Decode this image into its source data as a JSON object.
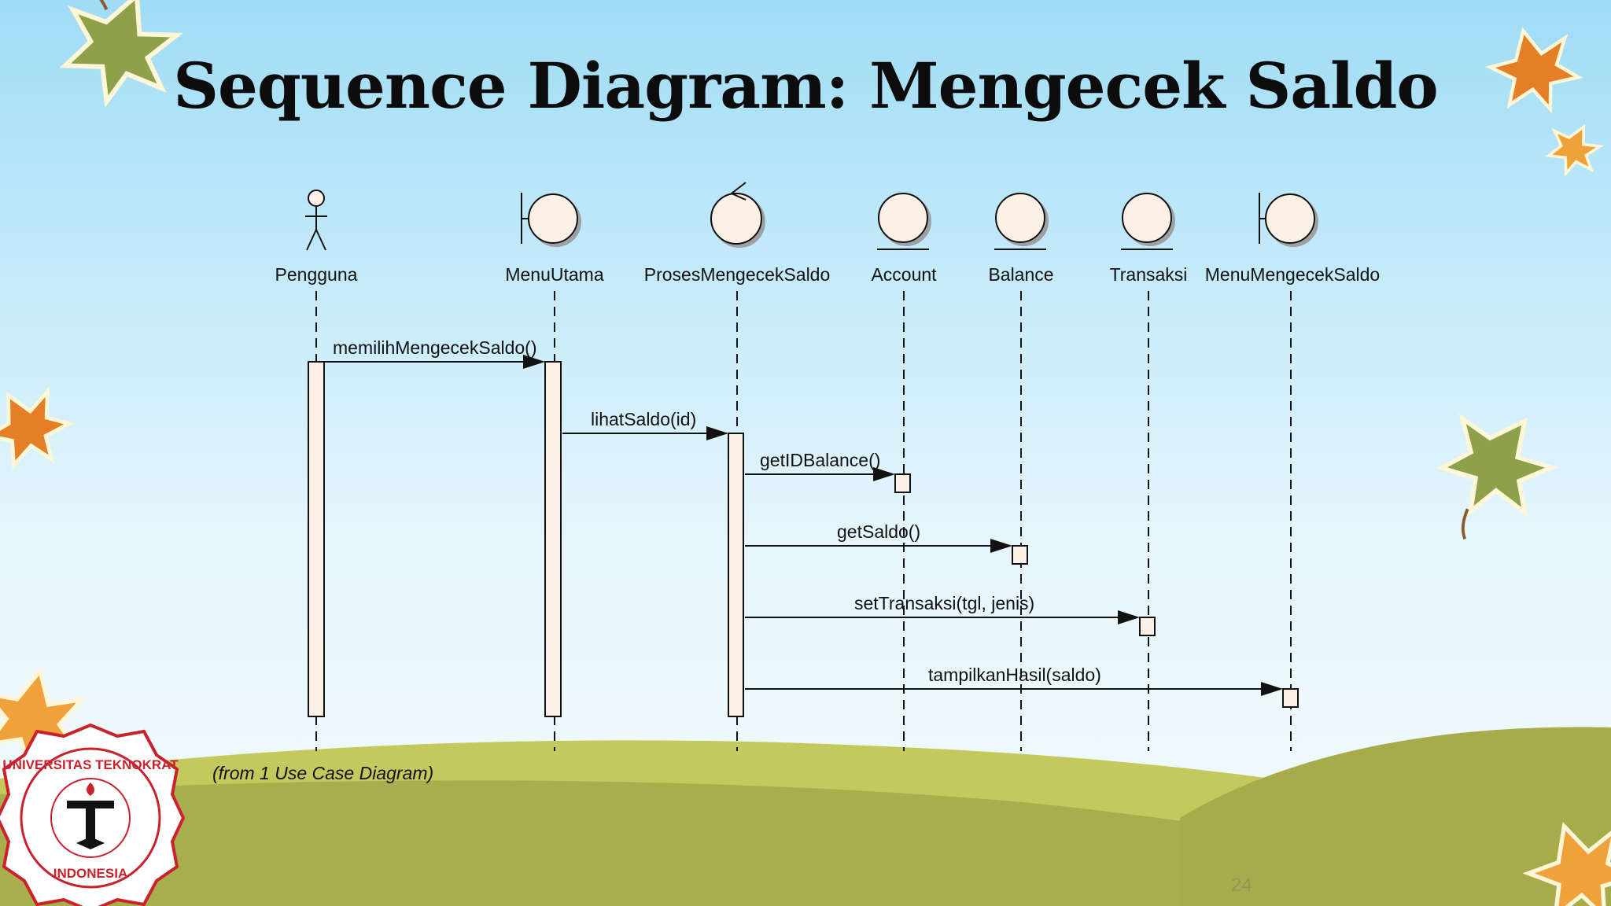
{
  "slide": {
    "title": "Sequence Diagram: Mengecek Saldo",
    "footnote": "(from 1 Use Case Diagram)",
    "page_number": "24",
    "logo_text": "UNIVERSITAS TEKNOKRAT INDONESIA"
  },
  "diagram": {
    "lifelines": [
      {
        "name": "Pengguna",
        "kind": "actor"
      },
      {
        "name": "MenuUtama",
        "kind": "boundary"
      },
      {
        "name": "ProsesMengecekSaldo",
        "kind": "control"
      },
      {
        "name": "Account",
        "kind": "entity"
      },
      {
        "name": "Balance",
        "kind": "entity"
      },
      {
        "name": "Transaksi",
        "kind": "entity"
      },
      {
        "name": "MenuMengecekSaldo",
        "kind": "boundary"
      }
    ],
    "messages": [
      {
        "label": "memilihMengecekSaldo()",
        "from": "Pengguna",
        "to": "MenuUtama"
      },
      {
        "label": "lihatSaldo(id)",
        "from": "MenuUtama",
        "to": "ProsesMengecekSaldo"
      },
      {
        "label": "getIDBalance()",
        "from": "ProsesMengecekSaldo",
        "to": "Account"
      },
      {
        "label": "getSaldo()",
        "from": "ProsesMengecekSaldo",
        "to": "Balance"
      },
      {
        "label": "setTransaksi(tgl, jenis)",
        "from": "ProsesMengecekSaldo",
        "to": "Transaksi"
      },
      {
        "label": "tampilkanHasil(saldo)",
        "from": "ProsesMengecekSaldo",
        "to": "MenuMengecekSaldo"
      }
    ]
  },
  "colors": {
    "sky": "#a6dff6",
    "hill_light": "#c3c95c",
    "hill_dark": "#a5aa47",
    "lifeline_fill": "#fdf0e6",
    "leaf_orange": "#e8892e",
    "leaf_green": "#8fa04a",
    "logo_red": "#c8232c"
  },
  "decor": {
    "leaves": [
      "maple-leaf-icon",
      "maple-leaf-icon",
      "maple-leaf-icon",
      "maple-leaf-icon",
      "maple-leaf-icon",
      "maple-leaf-icon",
      "maple-leaf-icon"
    ]
  }
}
